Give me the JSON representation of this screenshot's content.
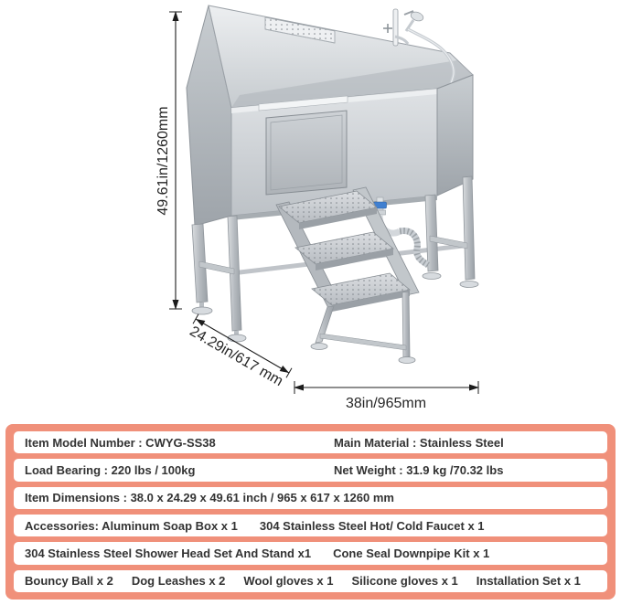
{
  "illustration": {
    "height_dim": "49.61in/1260mm",
    "depth_dim": "24.29in/617 mm",
    "width_dim": "38in/965mm"
  },
  "specs": {
    "rows": [
      {
        "cells": [
          "Item Model Number : CWYG-SS38",
          "Main Material : Stainless Steel"
        ]
      },
      {
        "cells": [
          "Load Bearing : 220 lbs / 100kg",
          "Net Weight : 31.9 kg /70.32 lbs"
        ]
      },
      {
        "cells": [
          "Item Dimensions : 38.0 x 24.29 x 49.61 inch / 965 x 617 x 1260 mm"
        ]
      },
      {
        "cells": [
          "Accessories: Aluminum Soap Box x 1",
          "304 Stainless Steel Hot/ Cold Faucet x 1"
        ]
      },
      {
        "cells": [
          "304 Stainless Steel Shower Head Set And Stand x1",
          "Cone Seal Downpipe Kit x 1"
        ]
      },
      {
        "cells": [
          "Bouncy Ball x 2",
          "Dog Leashes x 2",
          "Wool gloves x 1",
          "Silicone gloves x 1",
          "Installation Set x 1"
        ]
      }
    ]
  },
  "colors": {
    "panel_bg": "#F0907A",
    "row_bg": "#FFFFFF",
    "text": "#333333",
    "drain_fitting_blue": "#3F7FD0"
  }
}
